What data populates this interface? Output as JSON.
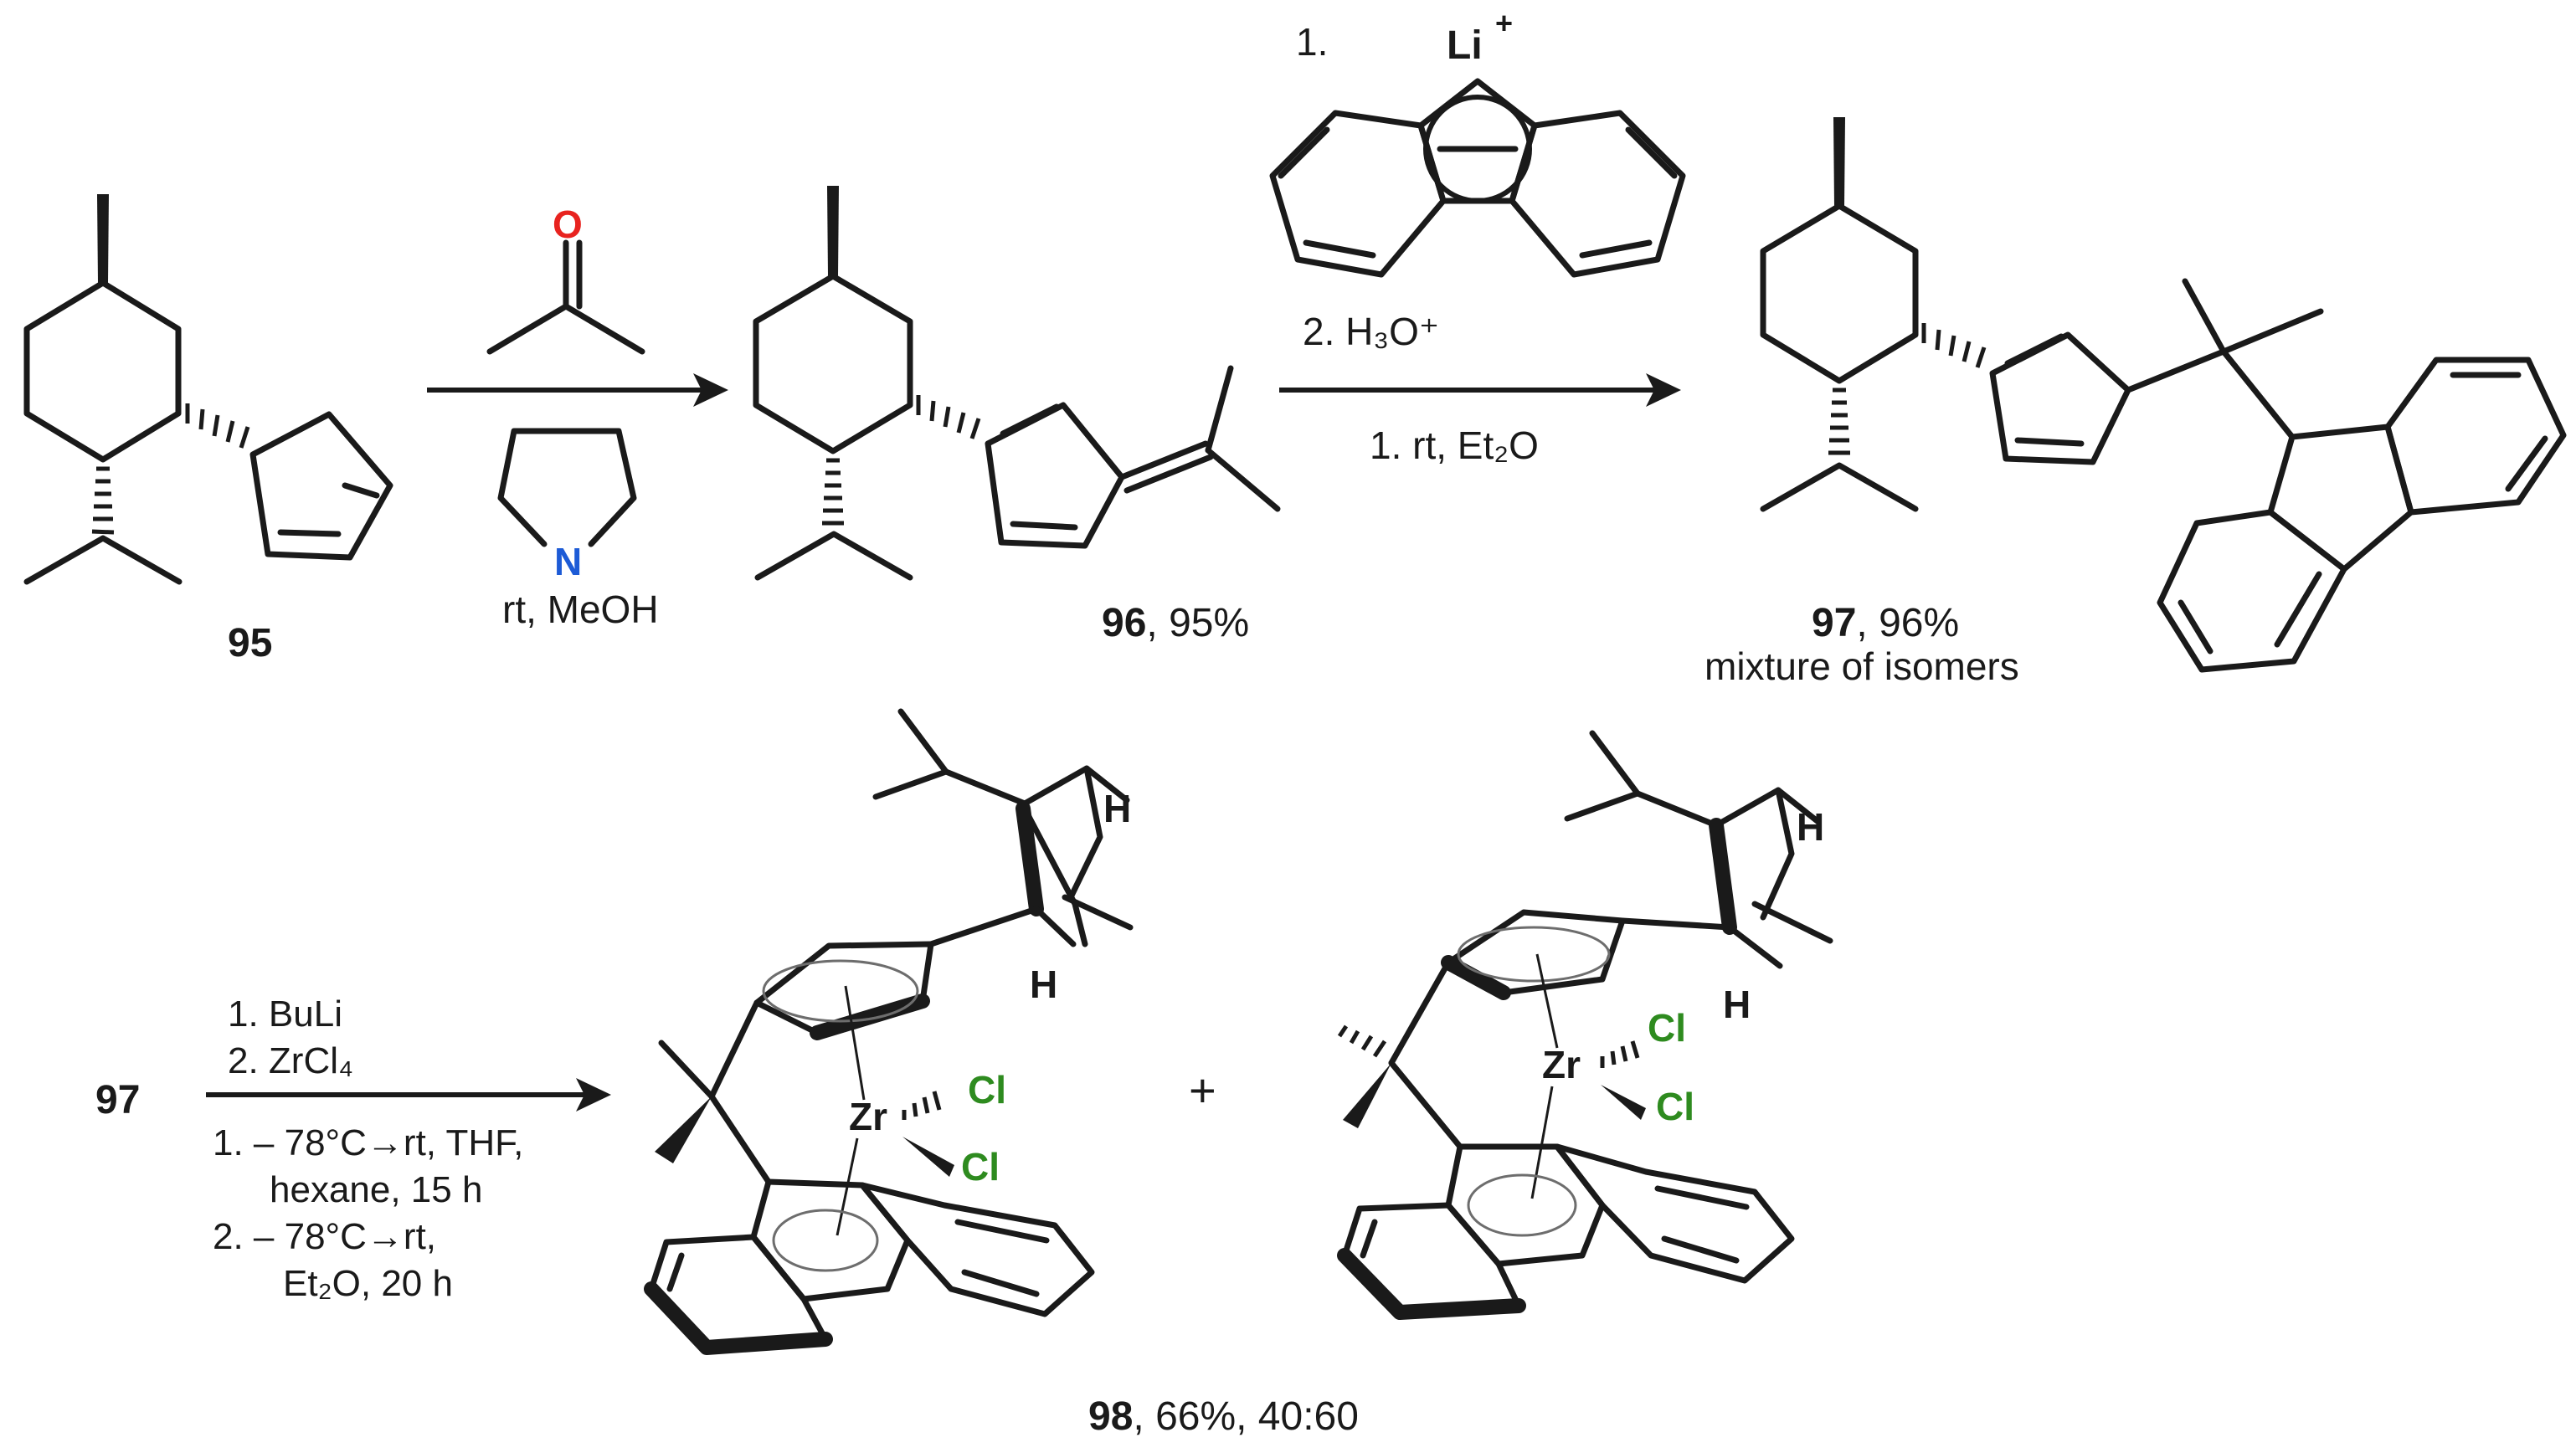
{
  "compounds": {
    "c95": {
      "label": "95"
    },
    "c96": {
      "label": "96",
      "yield": ", 95%"
    },
    "c97": {
      "label": "97",
      "yield": ", 96%",
      "note": "mixture of isomers"
    },
    "c98": {
      "label": "98",
      "yield": ", 66%, 40:60"
    },
    "c97_start": {
      "label": "97"
    }
  },
  "reaction1": {
    "reagent_o": "O",
    "reagent_n": "N",
    "conditions": "rt, MeOH"
  },
  "reaction2": {
    "step1_number": "1.",
    "li_label": "Li",
    "li_charge": "+",
    "step2": "2. H₃O⁺",
    "conditions": "1. rt, Et₂O"
  },
  "reaction3": {
    "line1": "1. BuLi",
    "line2": "2. ZrCl₄",
    "line3": "1. – 78°C→rt, THF,",
    "line4": "hexane, 15 h",
    "line5": "2. – 78°C→rt,",
    "line6": "Et₂O, 20 h"
  },
  "atoms": {
    "zr": "Zr",
    "cl": "Cl",
    "h": "H",
    "plus": "+"
  },
  "colors": {
    "oxygen": "#e8231f",
    "nitrogen": "#1d5bd6",
    "chlorine": "#2e8b1f",
    "bond": "#1a1a1a"
  }
}
